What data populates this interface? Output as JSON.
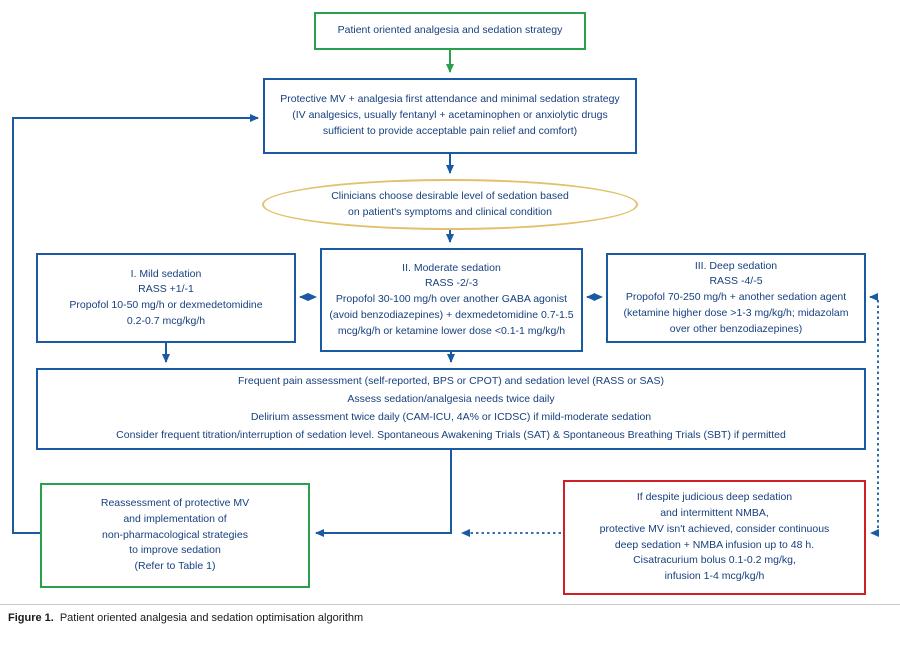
{
  "colors": {
    "blue": "#1a5aa5",
    "green": "#2aa04c",
    "red": "#cf2027",
    "tan": "#e3c06b",
    "text": "#17407e"
  },
  "boxes": {
    "title": "Patient oriented analgesia and sedation strategy",
    "protective": "Protective MV + analgesia first attendance and minimal sedation strategy\n(IV analgesics, usually fentanyl + acetaminophen or anxiolytic drugs\nsufficient to provide acceptable pain relief and comfort)",
    "ellipse": "Clinicians choose desirable level of sedation based\non patient's symptoms and clinical condition",
    "mild": "I. Mild sedation\nRASS +1/-1\nPropofol 10-50 mg/h or dexmedetomidine\n0.2-0.7 mcg/kg/h",
    "moderate": "II. Moderate sedation\nRASS -2/-3\nPropofol 30-100 mg/h over another GABA agonist\n(avoid benzodiazepines) + dexmedetomidine 0.7-1.5\nmcg/kg/h or ketamine lower dose <0.1-1 mg/kg/h",
    "deep": "III. Deep sedation\nRASS -4/-5\nPropofol 70-250 mg/h + another sedation agent\n(ketamine higher dose >1-3 mg/kg/h; midazolam\nover other benzodiazepines)",
    "assessment": "Frequent pain assessment (self-reported, BPS or CPOT) and sedation level (RASS or SAS)\nAssess sedation/analgesia needs twice daily\nDelirium assessment twice daily (CAM-ICU, 4A% or ICDSC) if mild-moderate sedation\nConsider frequent titration/interruption of sedation level. Spontaneous Awakening Trials (SAT) & Spontaneous Breathing Trials (SBT) if permitted",
    "reassessment": "Reassessment of protective MV\nand implementation of\nnon-pharmacological strategies\nto improve sedation\n(Refer to Table 1)",
    "nmba": "If despite judicious deep sedation\nand intermittent NMBA,\nprotective MV isn't achieved, consider continuous\ndeep sedation + NMBA infusion up to 48 h.\nCisatracurium bolus 0.1-0.2 mg/kg,\ninfusion 1-4 mcg/kg/h"
  },
  "caption": {
    "label": "Figure 1.",
    "text": "Patient oriented analgesia and sedation optimisation algorithm"
  }
}
